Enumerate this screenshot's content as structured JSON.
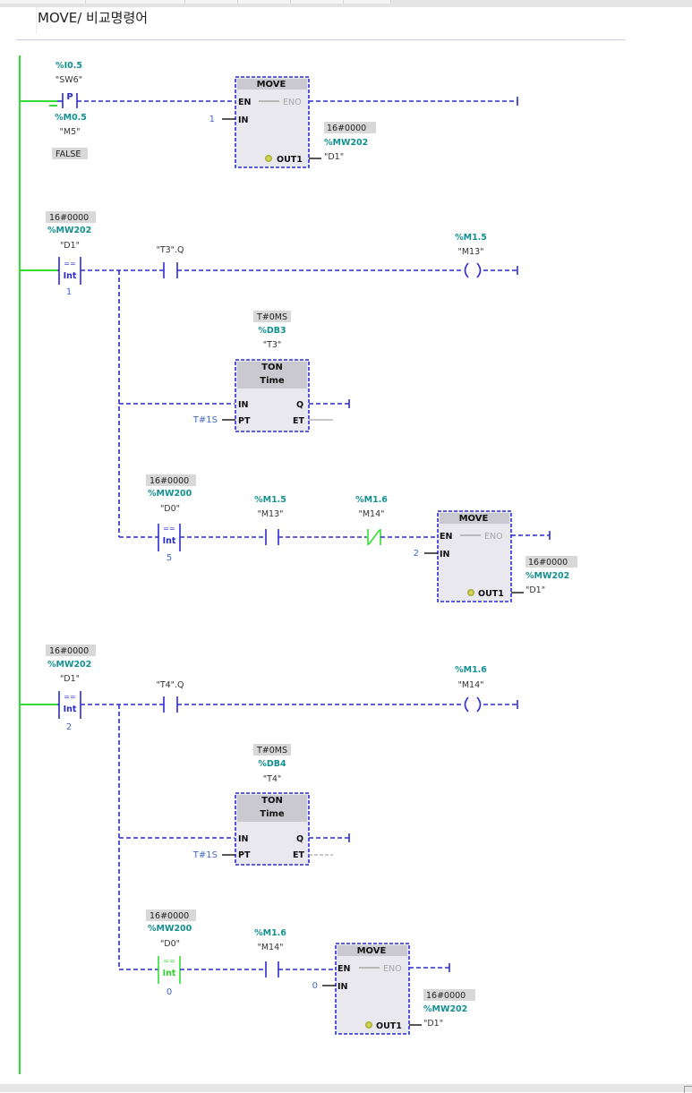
{
  "title": "MOVE/ 비교명령어",
  "rung1": {
    "contact_addr": "%I0.5",
    "contact_sym": "\"SW6\"",
    "contact_type": "P",
    "edge_addr": "%M0.5",
    "edge_sym": "\"M5\"",
    "edge_val": "FALSE",
    "move_title": "MOVE",
    "pin_en": "EN",
    "pin_eno": "ENO",
    "pin_in": "IN",
    "pin_out": "OUT1",
    "in_val": "1",
    "out_val": "16#0000",
    "out_addr": "%MW202",
    "out_sym": "\"D1\""
  },
  "rung2": {
    "cmp_val": "16#0000",
    "cmp_addr": "%MW202",
    "cmp_sym": "\"D1\"",
    "cmp_op": "==",
    "cmp_type": "Int",
    "cmp_const": "1",
    "timer_contact_sym": "\"T3\".Q",
    "coil_addr": "%M1.5",
    "coil_sym": "\"M13\"",
    "ton_time_val": "T#0MS",
    "ton_db": "%DB3",
    "ton_sym": "\"T3\"",
    "ton_title": "TON",
    "ton_sub": "Time",
    "ton_in": "IN",
    "ton_pt": "PT",
    "ton_q": "Q",
    "ton_et": "ET",
    "ton_pt_val": "T#1S",
    "cmp2_val": "16#0000",
    "cmp2_addr": "%MW200",
    "cmp2_sym": "\"D0\"",
    "cmp2_op": "==",
    "cmp2_type": "Int",
    "cmp2_const": "5",
    "c1_addr": "%M1.5",
    "c1_sym": "\"M13\"",
    "c2_addr": "%M1.6",
    "c2_sym": "\"M14\"",
    "move_title": "MOVE",
    "pin_en": "EN",
    "pin_eno": "ENO",
    "pin_in": "IN",
    "pin_out": "OUT1",
    "move_in_val": "2",
    "move_out_val": "16#0000",
    "move_out_addr": "%MW202",
    "move_out_sym": "\"D1\""
  },
  "rung3": {
    "cmp_val": "16#0000",
    "cmp_addr": "%MW202",
    "cmp_sym": "\"D1\"",
    "cmp_op": "==",
    "cmp_type": "Int",
    "cmp_const": "2",
    "timer_contact_sym": "\"T4\".Q",
    "coil_addr": "%M1.6",
    "coil_sym": "\"M14\"",
    "ton_time_val": "T#0MS",
    "ton_db": "%DB4",
    "ton_sym": "\"T4\"",
    "ton_title": "TON",
    "ton_sub": "Time",
    "ton_in": "IN",
    "ton_pt": "PT",
    "ton_q": "Q",
    "ton_et": "ET",
    "ton_pt_val": "T#1S",
    "cmp2_val": "16#0000",
    "cmp2_addr": "%MW200",
    "cmp2_sym": "\"D0\"",
    "cmp2_op": "==",
    "cmp2_type": "Int",
    "cmp2_const": "0",
    "c1_addr": "%M1.6",
    "c1_sym": "\"M14\"",
    "move_title": "MOVE",
    "pin_en": "EN",
    "pin_eno": "ENO",
    "pin_in": "IN",
    "pin_out": "OUT1",
    "move_in_val": "0",
    "move_out_val": "16#0000",
    "move_out_addr": "%MW202",
    "move_out_sym": "\"D1\""
  },
  "colors": {
    "power": "#33dd33",
    "dashed": "#2b2bd6",
    "box_bg": "#e8e8ee",
    "box_header": "#c9c9cf",
    "value_bg": "#d8d8d8",
    "addr": "#138f8f"
  }
}
